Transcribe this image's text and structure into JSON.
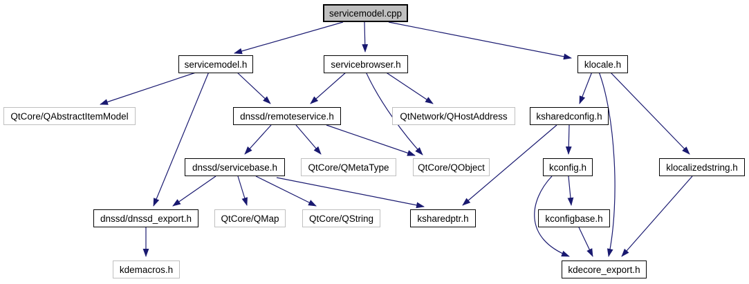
{
  "diagram": {
    "type": "include-dependency-graph",
    "root_file": "servicemodel.cpp"
  },
  "colors": {
    "edge": "#191970",
    "current_node_fill": "#bfbfbf",
    "internal_node_border": "#000000",
    "external_node_border": "#bfbfbf",
    "background": "#ffffff"
  },
  "graph": {
    "nodes": [
      {
        "id": "servicemodel_cpp",
        "label": "servicemodel.cpp",
        "type": "current"
      },
      {
        "id": "servicemodel_h",
        "label": "servicemodel.h",
        "type": "internal"
      },
      {
        "id": "servicebrowser_h",
        "label": "servicebrowser.h",
        "type": "internal"
      },
      {
        "id": "klocale_h",
        "label": "klocale.h",
        "type": "internal"
      },
      {
        "id": "qabstractitemmodel",
        "label": "QtCore/QAbstractItemModel",
        "type": "external"
      },
      {
        "id": "remoteservice_h",
        "label": "dnssd/remoteservice.h",
        "type": "internal"
      },
      {
        "id": "qhostaddress",
        "label": "QtNetwork/QHostAddress",
        "type": "external"
      },
      {
        "id": "ksharedconfig_h",
        "label": "ksharedconfig.h",
        "type": "internal"
      },
      {
        "id": "servicebase_h",
        "label": "dnssd/servicebase.h",
        "type": "internal"
      },
      {
        "id": "qmetatype",
        "label": "QtCore/QMetaType",
        "type": "external"
      },
      {
        "id": "qobject",
        "label": "QtCore/QObject",
        "type": "external"
      },
      {
        "id": "kconfig_h",
        "label": "kconfig.h",
        "type": "internal"
      },
      {
        "id": "klocalizedstring_h",
        "label": "klocalizedstring.h",
        "type": "internal"
      },
      {
        "id": "dnssd_export_h",
        "label": "dnssd/dnssd_export.h",
        "type": "internal"
      },
      {
        "id": "qmap",
        "label": "QtCore/QMap",
        "type": "external"
      },
      {
        "id": "qstring",
        "label": "QtCore/QString",
        "type": "external"
      },
      {
        "id": "ksharedptr_h",
        "label": "ksharedptr.h",
        "type": "internal"
      },
      {
        "id": "kconfigbase_h",
        "label": "kconfigbase.h",
        "type": "internal"
      },
      {
        "id": "kdemacros_h",
        "label": "kdemacros.h",
        "type": "external"
      },
      {
        "id": "kdecore_export_h",
        "label": "kdecore_export.h",
        "type": "internal"
      }
    ],
    "edges": [
      {
        "from": "servicemodel_cpp",
        "to": "servicemodel_h"
      },
      {
        "from": "servicemodel_cpp",
        "to": "servicebrowser_h"
      },
      {
        "from": "servicemodel_cpp",
        "to": "klocale_h"
      },
      {
        "from": "servicemodel_h",
        "to": "qabstractitemmodel"
      },
      {
        "from": "servicemodel_h",
        "to": "remoteservice_h"
      },
      {
        "from": "servicemodel_h",
        "to": "dnssd_export_h"
      },
      {
        "from": "servicebrowser_h",
        "to": "remoteservice_h"
      },
      {
        "from": "servicebrowser_h",
        "to": "qobject"
      },
      {
        "from": "servicebrowser_h",
        "to": "qhostaddress"
      },
      {
        "from": "klocale_h",
        "to": "ksharedconfig_h"
      },
      {
        "from": "klocale_h",
        "to": "kdecore_export_h"
      },
      {
        "from": "klocale_h",
        "to": "klocalizedstring_h"
      },
      {
        "from": "remoteservice_h",
        "to": "servicebase_h"
      },
      {
        "from": "remoteservice_h",
        "to": "qmetatype"
      },
      {
        "from": "remoteservice_h",
        "to": "qobject"
      },
      {
        "from": "ksharedconfig_h",
        "to": "ksharedptr_h"
      },
      {
        "from": "ksharedconfig_h",
        "to": "kconfig_h"
      },
      {
        "from": "servicebase_h",
        "to": "dnssd_export_h"
      },
      {
        "from": "servicebase_h",
        "to": "qmap"
      },
      {
        "from": "servicebase_h",
        "to": "qstring"
      },
      {
        "from": "servicebase_h",
        "to": "ksharedptr_h"
      },
      {
        "from": "kconfig_h",
        "to": "kconfigbase_h"
      },
      {
        "from": "kconfig_h",
        "to": "kdecore_export_h"
      },
      {
        "from": "klocalizedstring_h",
        "to": "kdecore_export_h"
      },
      {
        "from": "dnssd_export_h",
        "to": "kdemacros_h"
      },
      {
        "from": "kconfigbase_h",
        "to": "kdecore_export_h"
      }
    ]
  }
}
